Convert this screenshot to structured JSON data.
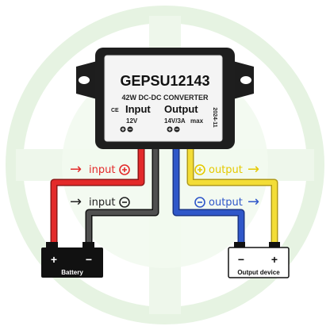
{
  "module": {
    "model": "GEPSU12143",
    "subtitle": "42W DC-DC CONVERTER",
    "input_title": "Input",
    "input_value": "12V",
    "output_title": "Output",
    "output_value": "14V/3A",
    "output_max": "max",
    "date_code": "2024-11"
  },
  "labels": {
    "input_positive": "input",
    "input_negative": "input",
    "output_positive": "output",
    "output_negative": "output",
    "battery": "Battery",
    "output_device": "Output device",
    "plus_symbol": "+",
    "minus_symbol": "−",
    "ce_mark": "CE"
  },
  "colors": {
    "red_wire": "#e32a2a",
    "black_wire": "#303030",
    "blue_wire": "#2f57c9",
    "yellow_wire": "#f3dd37",
    "module_body": "#1e1e1e",
    "label_face": "#f4f4f4",
    "watermark": "#e7f4e3"
  }
}
